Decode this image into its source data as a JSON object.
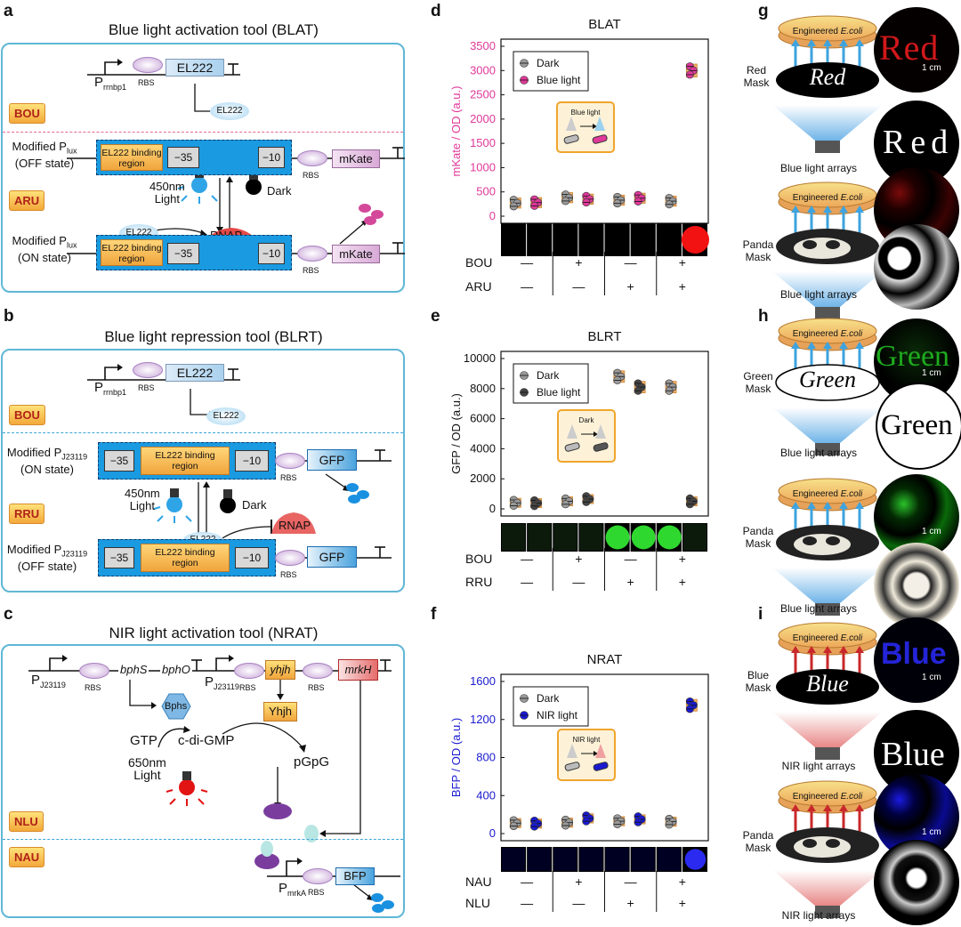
{
  "panels": {
    "a": "a",
    "b": "b",
    "c": "c",
    "d": "d",
    "e": "e",
    "f": "f",
    "g": "g",
    "h": "h",
    "i": "i"
  },
  "a": {
    "title": "Blue light activation tool (BLAT)",
    "promoter": "P",
    "promoter_sub": "rrnbp1",
    "rbs": "RBS",
    "el222": "EL222",
    "el222_free": "EL222",
    "bou": "BOU",
    "aru": "ARU",
    "mod1": "Modified P",
    "mod1_sub": "lux",
    "mod1_state": "(OFF state)",
    "mod2": "Modified P",
    "mod2_sub": "lux",
    "mod2_state": "(ON state)",
    "binding": "EL222 binding region",
    "m35": "−35",
    "m10": "−10",
    "mkate": "mKate",
    "light": "450nm",
    "light2": "Light",
    "dark": "Dark",
    "rnap": "RNAP",
    "el222_2": "EL222"
  },
  "b": {
    "title": "Blue light repression tool (BLRT)",
    "promoter": "P",
    "promoter_sub": "rrnbp1",
    "rbs": "RBS",
    "el222": "EL222",
    "el222_free": "EL222",
    "bou": "BOU",
    "rru": "RRU",
    "mod1": "Modified P",
    "mod1_sub": "J23119",
    "mod1_state": "(ON state)",
    "mod2": "Modified P",
    "mod2_sub": "J23119",
    "mod2_state": "(OFF state)",
    "binding": "EL222 binding region",
    "m35": "−35",
    "m10": "−10",
    "gfp": "GFP",
    "light": "450nm",
    "light2": "Light",
    "dark": "Dark",
    "rnap": "RNAP",
    "el222_2": "EL222"
  },
  "c": {
    "title": "NIR light activation tool (NRAT)",
    "promoter": "P",
    "promoter_sub": "J23119",
    "rbs": "RBS",
    "bphs": "bphS",
    "bpho": "bphO",
    "yhjh": "yhjh",
    "mrkh": "mrkH",
    "Bphs": "Bphs",
    "Yhjh": "Yhjh",
    "gtp": "GTP",
    "cdigmp": "c-di-GMP",
    "pgpg": "pGpG",
    "light": "650nm",
    "light2": "Light",
    "nlu": "NLU",
    "nau": "NAU",
    "pmrka": "P",
    "pmrka_sub": "mrkA",
    "bfp": "BFP"
  },
  "d": {
    "title": "BLAT",
    "ylabel": "mKate / OD (a.u.)",
    "legend": [
      "Dark",
      "Blue light"
    ],
    "inset": "Blue light",
    "row1": "BOU",
    "row2": "ARU"
  },
  "e": {
    "title": "BLRT",
    "ylabel": "GFP / OD (a.u.)",
    "legend": [
      "Dark",
      "Blue light"
    ],
    "inset": "Dark",
    "row1": "BOU",
    "row2": "RRU"
  },
  "f": {
    "title": "NRAT",
    "ylabel": "BFP / OD (a.u.)",
    "legend": [
      "Dark",
      "NIR light"
    ],
    "inset": "NIR light",
    "row1": "NAU",
    "row2": "NLU"
  },
  "signs": {
    "minus": "—",
    "plus": "+"
  },
  "g": {
    "dish": "Engineered",
    "ecoli": "E.coli",
    "mask1": "Red Mask",
    "word1": "Red",
    "mask2": "Panda Mask",
    "arrays": "Blue light arrays",
    "scale": "1 cm"
  },
  "h": {
    "dish": "Engineered",
    "ecoli": "E.coli",
    "mask1": "Green Mask",
    "word1": "Green",
    "mask2": "Panda Mask",
    "arrays": "Blue light arrays",
    "scale": "1 cm"
  },
  "i": {
    "dish": "Engineered",
    "ecoli": "E.coli",
    "mask1": "Blue Mask",
    "word1": "Blue",
    "mask2": "Panda Mask",
    "arrays": "NIR light arrays",
    "scale": "1 cm"
  },
  "chart_data": [
    {
      "type": "scatter",
      "title": "BLAT",
      "ylabel": "mKate / OD (a.u.)",
      "ylim": [
        0,
        3500
      ],
      "yticks": [
        0,
        500,
        1000,
        1500,
        2000,
        2500,
        3000,
        3500
      ],
      "conditions": [
        {
          "BOU": "—",
          "ARU": "—"
        },
        {
          "BOU": "+",
          "ARU": "—"
        },
        {
          "BOU": "—",
          "ARU": "+"
        },
        {
          "BOU": "+",
          "ARU": "+"
        }
      ],
      "series": [
        {
          "name": "Dark",
          "values": [
            270,
            380,
            330,
            310
          ]
        },
        {
          "name": "Blue light",
          "values": [
            280,
            350,
            370,
            3000
          ]
        }
      ],
      "colors": {
        "Dark": "#888888",
        "Blue light": "#e0399a"
      }
    },
    {
      "type": "scatter",
      "title": "BLRT",
      "ylabel": "GFP / OD (a.u.)",
      "ylim": [
        0,
        10000
      ],
      "yticks": [
        0,
        2000,
        4000,
        6000,
        8000,
        10000
      ],
      "conditions": [
        {
          "BOU": "—",
          "RRU": "—"
        },
        {
          "BOU": "+",
          "RRU": "—"
        },
        {
          "BOU": "—",
          "RRU": "+"
        },
        {
          "BOU": "+",
          "RRU": "+"
        }
      ],
      "series": [
        {
          "name": "Dark",
          "values": [
            400,
            500,
            8800,
            8100
          ]
        },
        {
          "name": "Blue light",
          "values": [
            380,
            650,
            8100,
            500
          ]
        }
      ],
      "colors": {
        "Dark": "#888888",
        "Blue light": "#333333"
      }
    },
    {
      "type": "scatter",
      "title": "NRAT",
      "ylabel": "BFP / OD (a.u.)",
      "ylim": [
        0,
        1600
      ],
      "yticks": [
        0,
        400,
        800,
        1200,
        1600
      ],
      "conditions": [
        {
          "NAU": "—",
          "NLU": "—"
        },
        {
          "NAU": "+",
          "NLU": "—"
        },
        {
          "NAU": "—",
          "NLU": "+"
        },
        {
          "NAU": "+",
          "NLU": "+"
        }
      ],
      "series": [
        {
          "name": "Dark",
          "values": [
            110,
            115,
            130,
            125
          ]
        },
        {
          "name": "NIR light",
          "values": [
            105,
            160,
            150,
            1350
          ]
        }
      ],
      "colors": {
        "Dark": "#888888",
        "NIR light": "#1a1ad0"
      }
    }
  ]
}
